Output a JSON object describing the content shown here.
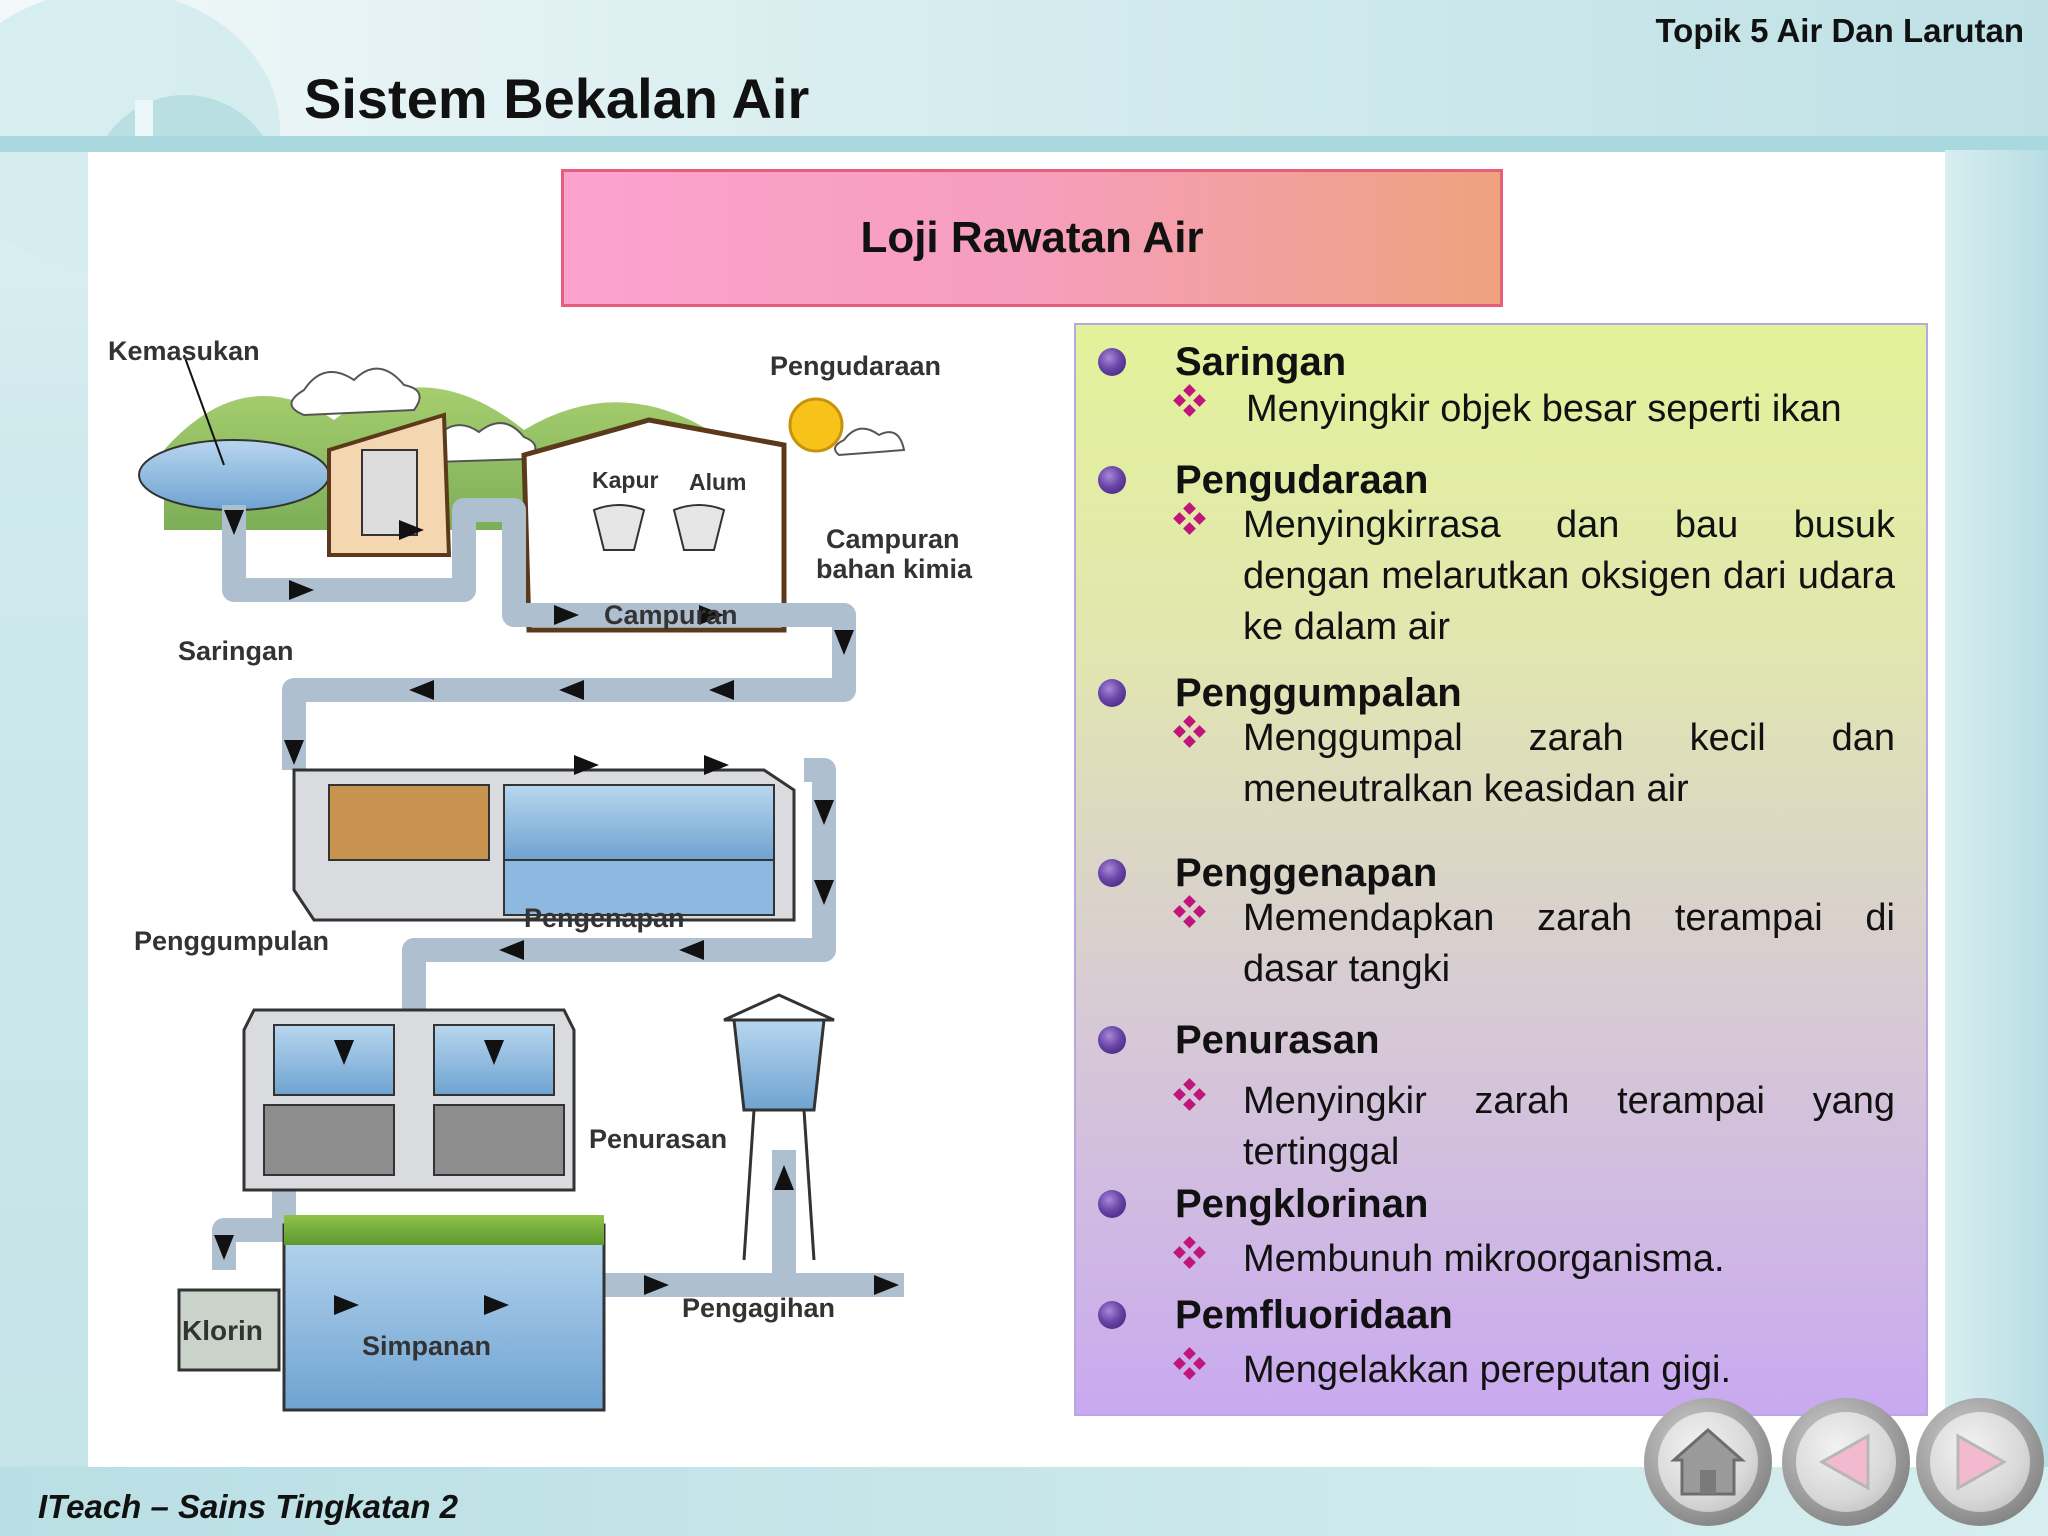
{
  "header": {
    "topic": "Topik 5 Air Dan Larutan",
    "title": "Sistem Bekalan Air"
  },
  "banner": {
    "title": "Loji Rawatan Air"
  },
  "diagram": {
    "labels": {
      "kemasukan": "Kemasukan",
      "pengudaraan": "Pengudaraan",
      "kapur": "Kapur",
      "alum": "Alum",
      "campuran_bahan": "Campuran",
      "campuran_bahan_2": "bahan kimia",
      "campuran": "Campuran",
      "saringan": "Saringan",
      "pengenapan": "Pengenapan",
      "penggumpulan": "Penggumpulan",
      "penurasan": "Penurasan",
      "pengagihan": "Pengagihan",
      "klorin": "Klorin",
      "simpanan": "Simpanan"
    }
  },
  "steps": [
    {
      "title": "Saringan",
      "desc": "Menyingkir objek besar seperti ikan"
    },
    {
      "title": "Pengudaraan",
      "desc": "Menyingkirrasa dan bau busuk dengan melarutkan oksigen dari udara ke dalam air"
    },
    {
      "title": "Penggumpalan",
      "desc": "Menggumpal zarah kecil dan meneutralkan keasidan air"
    },
    {
      "title": "Penggenapan",
      "desc": "Memendapkan zarah terampai di dasar tangki"
    },
    {
      "title": "Penurasan",
      "desc": "Menyingkir zarah terampai yang tertinggal"
    },
    {
      "title": "Pengklorinan",
      "desc": "Membunuh mikroorganisma."
    },
    {
      "title": "Pemfluoridaan",
      "desc": "Mengelakkan pereputan gigi."
    }
  ],
  "footer": {
    "text": "ITeach – Sains Tingkatan 2"
  },
  "nav": {
    "home_icon": "home-icon",
    "prev_icon": "triangle-left-icon",
    "next_icon": "triangle-right-icon"
  },
  "colors": {
    "banner_border": "#e85d7c",
    "bullet": "#4b2a8a",
    "diamond": "#c0157a",
    "arrow": "#111111",
    "pipe": "#b9c9d8"
  }
}
